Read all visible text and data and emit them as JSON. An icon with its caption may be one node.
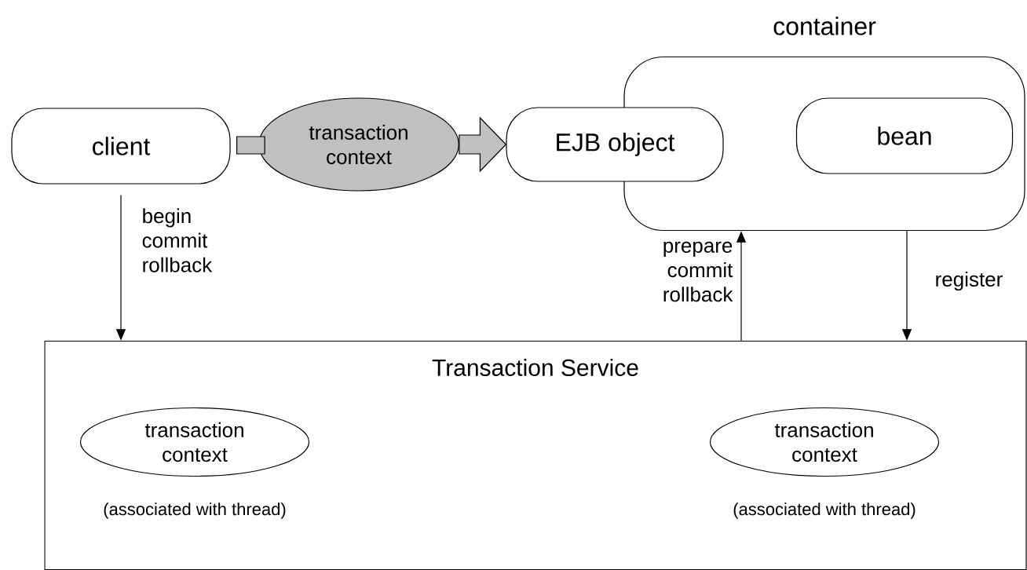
{
  "diagram": {
    "nodes": [
      {
        "text": [
          "client"
        ]
      },
      {
        "text": [
          "transaction context"
        ]
      },
      {
        "text": [
          "container"
        ]
      },
      {
        "text": [
          "EJB object"
        ]
      },
      {
        "text": [
          "bean"
        ],
        "in": 2
      },
      {
        "text": [
          "Transaction Service"
        ]
      },
      {
        "text": [
          "transaction context"
        ],
        "in": 5,
        "beside": [
          "(associated with thread)"
        ]
      },
      {
        "text": [
          "transaction context"
        ],
        "in": 5,
        "beside": [
          "(associated with thread)"
        ]
      }
    ],
    "edges": [
      {
        "from": 0,
        "to": 1,
        "arrow": "none",
        "style": "thick",
        "color": "#c0c0c0"
      },
      {
        "from": 1,
        "to": 3,
        "arrow": "to",
        "style": "thick",
        "color": "#c0c0c0"
      },
      {
        "from": 0,
        "to": 5,
        "arrow": "to",
        "label": "begin commit rollback"
      },
      {
        "from": 5,
        "to": 2,
        "arrow": "to",
        "label": "prepare commit rollback"
      },
      {
        "from": 2,
        "to": 5,
        "arrow": "to",
        "label": "register"
      }
    ]
  }
}
